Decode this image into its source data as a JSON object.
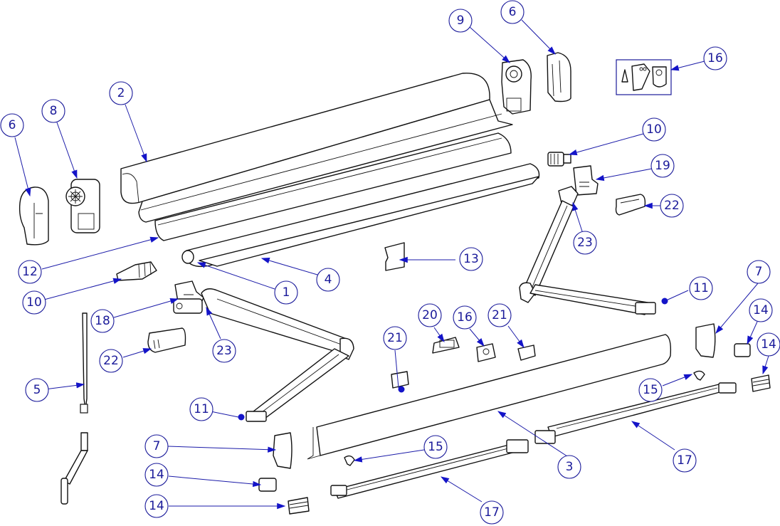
{
  "diagram": {
    "type": "exploded-parts-view",
    "subject": "awning assembly",
    "colors": {
      "callout": "#1a1a9a",
      "arrow": "#1414c8",
      "line_art": "#111111",
      "background": "#ffffff"
    },
    "callouts": [
      {
        "id": "c-6a",
        "label": "6",
        "part": "end cap (left)",
        "pointer": "arrow"
      },
      {
        "id": "c-8",
        "label": "8",
        "part": "gear box (left)",
        "pointer": "arrow"
      },
      {
        "id": "c-2",
        "label": "2",
        "part": "front housing profile",
        "pointer": "arrow"
      },
      {
        "id": "c-9",
        "label": "9",
        "part": "end bracket (right)",
        "pointer": "arrow"
      },
      {
        "id": "c-6b",
        "label": "6",
        "part": "end cap (right)",
        "pointer": "arrow"
      },
      {
        "id": "c-16a",
        "label": "16",
        "part": "fixing kit (inset)",
        "pointer": "arrow"
      },
      {
        "id": "c-10a",
        "label": "10",
        "part": "roller plug (right)",
        "pointer": "arrow"
      },
      {
        "id": "c-19",
        "label": "19",
        "part": "arm bracket (right)",
        "pointer": "arrow"
      },
      {
        "id": "c-22a",
        "label": "22",
        "part": "arm cover (right)",
        "pointer": "arrow"
      },
      {
        "id": "c-23a",
        "label": "23",
        "part": "arm joint (right)",
        "pointer": "arrow"
      },
      {
        "id": "c-12",
        "label": "12",
        "part": "rear profile",
        "pointer": "arrow"
      },
      {
        "id": "c-10b",
        "label": "10",
        "part": "roller drive (left)",
        "pointer": "arrow"
      },
      {
        "id": "c-1",
        "label": "1",
        "part": "roller tube",
        "pointer": "arrow"
      },
      {
        "id": "c-4",
        "label": "4",
        "part": "fabric",
        "pointer": "arrow"
      },
      {
        "id": "c-13",
        "label": "13",
        "part": "fabric strip",
        "pointer": "arrow"
      },
      {
        "id": "c-11a",
        "label": "11",
        "part": "arm end (right)",
        "pointer": "dot"
      },
      {
        "id": "c-18",
        "label": "18",
        "part": "arm bracket (left)",
        "pointer": "arrow"
      },
      {
        "id": "c-23b",
        "label": "23",
        "part": "arm joint (left)",
        "pointer": "arrow"
      },
      {
        "id": "c-22b",
        "label": "22",
        "part": "arm cover (left)",
        "pointer": "arrow"
      },
      {
        "id": "c-7a",
        "label": "7",
        "part": "lead rail end cap (right)",
        "pointer": "arrow"
      },
      {
        "id": "c-14a",
        "label": "14",
        "part": "leg holder (right)",
        "pointer": "arrow"
      },
      {
        "id": "c-14b",
        "label": "14",
        "part": "rail insert (right)",
        "pointer": "arrow"
      },
      {
        "id": "c-20",
        "label": "20",
        "part": "clip",
        "pointer": "arrow"
      },
      {
        "id": "c-16b",
        "label": "16",
        "part": "fixing block",
        "pointer": "arrow"
      },
      {
        "id": "c-21a",
        "label": "21",
        "part": "leg clip (right)",
        "pointer": "arrow"
      },
      {
        "id": "c-21b",
        "label": "21",
        "part": "leg clip (left)",
        "pointer": "dot"
      },
      {
        "id": "c-5",
        "label": "5",
        "part": "crank handle",
        "pointer": "arrow"
      },
      {
        "id": "c-15a",
        "label": "15",
        "part": "knob (right)",
        "pointer": "arrow"
      },
      {
        "id": "c-11b",
        "label": "11",
        "part": "arm end (left)",
        "pointer": "dot"
      },
      {
        "id": "c-7b",
        "label": "7",
        "part": "lead rail end cap (left)",
        "pointer": "arrow"
      },
      {
        "id": "c-15b",
        "label": "15",
        "part": "knob (left)",
        "pointer": "arrow"
      },
      {
        "id": "c-3",
        "label": "3",
        "part": "lead rail",
        "pointer": "arrow"
      },
      {
        "id": "c-17a",
        "label": "17",
        "part": "support leg (right)",
        "pointer": "arrow"
      },
      {
        "id": "c-14c",
        "label": "14",
        "part": "leg holder (left)",
        "pointer": "arrow"
      },
      {
        "id": "c-14d",
        "label": "14",
        "part": "rail insert (left)",
        "pointer": "arrow"
      },
      {
        "id": "c-17b",
        "label": "17",
        "part": "support leg (left)",
        "pointer": "arrow"
      }
    ]
  }
}
